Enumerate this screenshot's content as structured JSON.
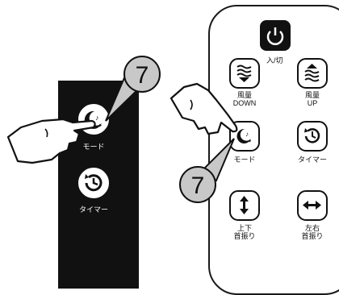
{
  "panel": {
    "mode_label": "モード",
    "timer_label": "タイマー"
  },
  "remote": {
    "power_label": "入/切",
    "fan_down": {
      "line1": "風量",
      "line2": "DOWN"
    },
    "fan_up": {
      "line1": "風量",
      "line2": "UP"
    },
    "mode_label": "モード",
    "timer_label": "タイマー",
    "swing_vertical": {
      "line1": "上下",
      "line2": "首振り"
    },
    "swing_horizontal": {
      "line1": "左右",
      "line2": "首振り"
    }
  },
  "callouts": {
    "panel_step": "7",
    "remote_step": "7"
  },
  "colors": {
    "panel_bg": "#111111",
    "callout_fill": "#c8c8c8",
    "ink": "#111111"
  },
  "icons": [
    "power-icon",
    "fan-down-icon",
    "fan-up-icon",
    "mode-icon",
    "timer-icon",
    "swing-vertical-icon",
    "swing-horizontal-icon",
    "pointing-hand-icon"
  ]
}
